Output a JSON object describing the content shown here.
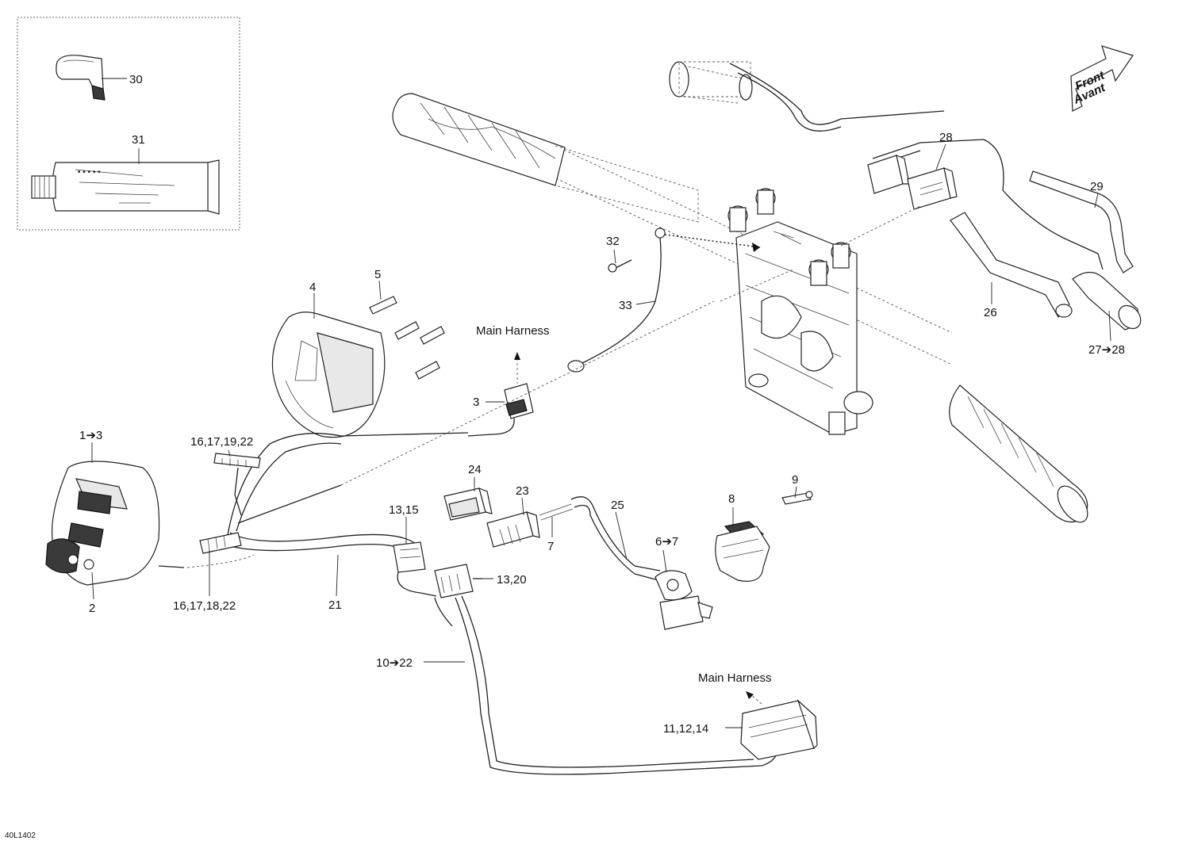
{
  "drawing_code": "40L1402",
  "front_arrow": {
    "line1": "Front",
    "line2": "Avant"
  },
  "callouts": {
    "c30": "30",
    "c31": "31",
    "c32": "32",
    "c33": "33",
    "c28a": "28",
    "c29": "29",
    "c26": "26",
    "c27_28": "27➔28",
    "c4": "4",
    "c5": "5",
    "main_harness_top": "Main Harness",
    "c3": "3",
    "c16_17_19_22": "16,17,19,22",
    "c1_3": "1➔3",
    "c2": "2",
    "c16_17_18_22": "16,17,18,22",
    "c24": "24",
    "c23": "23",
    "c13_15": "13,15",
    "c13_20": "13,20",
    "c21": "21",
    "c7": "7",
    "c25": "25",
    "c6_7": "6➔7",
    "c8": "8",
    "c9": "9",
    "c10_22": "10➔22",
    "main_harness_bottom": "Main Harness",
    "c11_12_14": "11,12,14"
  }
}
